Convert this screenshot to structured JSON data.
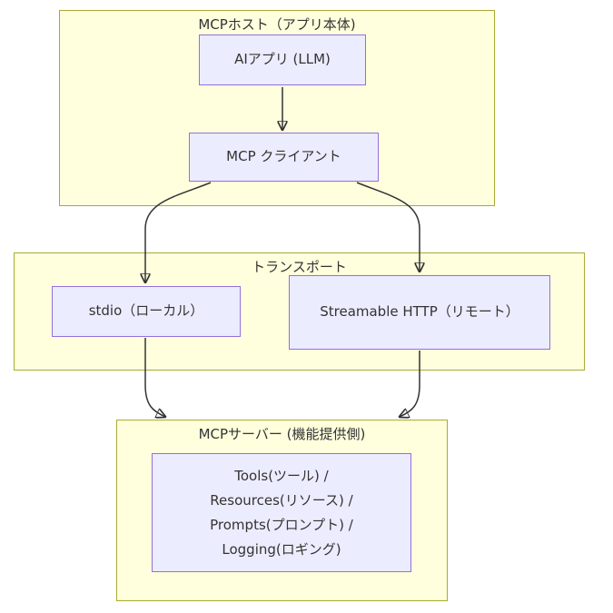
{
  "diagram": {
    "clusters": {
      "host": {
        "title": "MCPホスト（アプリ本体)"
      },
      "transport": {
        "title": "トランスポート"
      },
      "server": {
        "title": "MCPサーバー (機能提供側)"
      }
    },
    "nodes": {
      "ai_app": {
        "label": "AIアプリ (LLM)"
      },
      "mcp_client": {
        "label": "MCP クライアント"
      },
      "stdio": {
        "label": "stdio（ローカル）"
      },
      "streamable_http": {
        "label": "Streamable HTTP（リモート）"
      },
      "server_features": {
        "lines": [
          "Tools(ツール) /",
          "Resources(リソース) /",
          "Prompts(プロンプト) /",
          "Logging(ロギング)"
        ]
      }
    },
    "edges": [
      {
        "from": "ai_app",
        "to": "mcp_client"
      },
      {
        "from": "mcp_client",
        "to": "stdio"
      },
      {
        "from": "mcp_client",
        "to": "streamable_http"
      },
      {
        "from": "stdio",
        "to": "server"
      },
      {
        "from": "streamable_http",
        "to": "server"
      }
    ],
    "colors": {
      "cluster_fill": "#ffffde",
      "cluster_border": "#aaaa33",
      "node_fill": "#ececff",
      "node_border": "#9370db",
      "edge": "#333333",
      "text": "#333333"
    }
  }
}
